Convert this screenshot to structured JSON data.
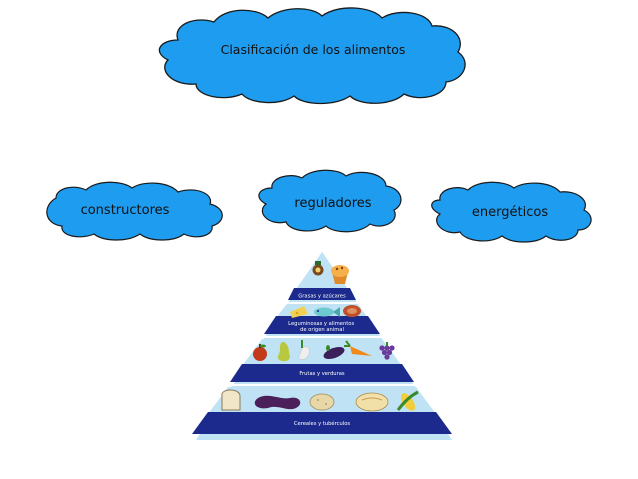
{
  "diagram": {
    "root": {
      "label": "Clasificación de los alimentos"
    },
    "children": [
      {
        "label": "constructores"
      },
      {
        "label": "reguladores"
      },
      {
        "label": "energéticos"
      }
    ],
    "colors": {
      "cloud_fill": "#1e9cf0",
      "cloud_stroke": "#1a1a1a",
      "connector": "#5b8fc4"
    }
  },
  "pyramid": {
    "levels": [
      {
        "label": "Grasas y azúcares"
      },
      {
        "label": "Leguminosas y alimentos\nde origen animal"
      },
      {
        "label": "Frutas y verduras"
      },
      {
        "label": "Cereales y tubérculos"
      }
    ],
    "colors": {
      "band_dark": "#1b2a8c",
      "band_light": "#bfe3f5",
      "stripe": "#ffffff"
    },
    "icons": [
      "candy-icon",
      "cupcake-icon",
      "cheese-icon",
      "fish-icon",
      "meat-icon",
      "apple-icon",
      "pear-icon",
      "chili-icon",
      "eggplant-icon",
      "carrot-icon",
      "grapes-icon",
      "bread-icon",
      "beans-icon",
      "potato-icon",
      "bun-icon",
      "corn-icon"
    ]
  }
}
